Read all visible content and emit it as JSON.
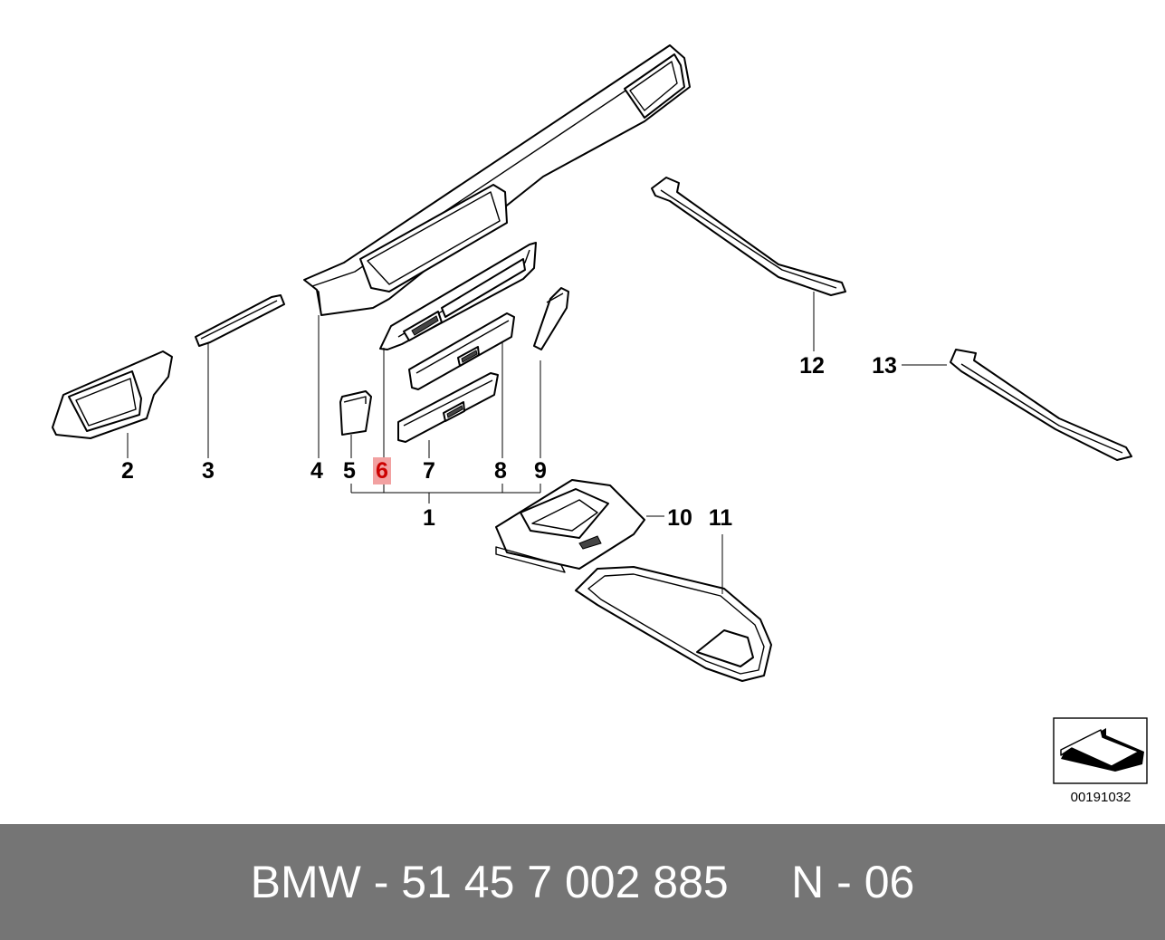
{
  "diagram": {
    "callouts": [
      {
        "id": "c1",
        "label": "1",
        "highlighted": false
      },
      {
        "id": "c2",
        "label": "2",
        "highlighted": false
      },
      {
        "id": "c3",
        "label": "3",
        "highlighted": false
      },
      {
        "id": "c4",
        "label": "4",
        "highlighted": false
      },
      {
        "id": "c5",
        "label": "5",
        "highlighted": false
      },
      {
        "id": "c6",
        "label": "6",
        "highlighted": true
      },
      {
        "id": "c7",
        "label": "7",
        "highlighted": false
      },
      {
        "id": "c8",
        "label": "8",
        "highlighted": false
      },
      {
        "id": "c9",
        "label": "9",
        "highlighted": false
      },
      {
        "id": "c10",
        "label": "10",
        "highlighted": false
      },
      {
        "id": "c11",
        "label": "11",
        "highlighted": false
      },
      {
        "id": "c12",
        "label": "12",
        "highlighted": false
      },
      {
        "id": "c13",
        "label": "13",
        "highlighted": false
      }
    ],
    "diagram_id": "00191032",
    "colors": {
      "highlight": "#f2a1a1",
      "highlight_text": "#cc0000",
      "line": "#000000",
      "footer_bg": "#757575",
      "footer_text": "#ffffff"
    }
  },
  "footer": {
    "label": "BMW - 51 45 7 002 885     N - 06"
  }
}
